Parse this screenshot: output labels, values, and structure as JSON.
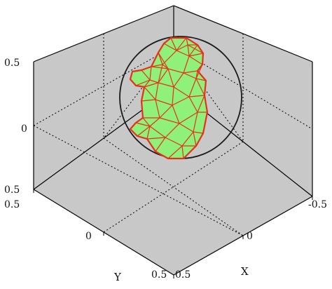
{
  "colors": {
    "background": "#ffffff",
    "box_face": "#c8c8c8",
    "box_edge": "#000000",
    "grid": "#000000",
    "sphere_outline": "#1a1a1a",
    "mesh_fill": "#8ff07a",
    "mesh_edge": "#e4321a"
  },
  "chart_data": {
    "type": "3d-mesh",
    "title": "",
    "view": "isometric",
    "grid": true,
    "axes": {
      "x": {
        "label": "X",
        "ticks": [
          "0.5",
          "0",
          "-0.5"
        ],
        "range": [
          -0.5,
          0.5
        ]
      },
      "y": {
        "label": "Y",
        "ticks": [
          "0.5",
          "0",
          "0.5"
        ],
        "range": [
          -0.5,
          0.5
        ]
      },
      "z": {
        "label": "",
        "ticks": [
          "0.5",
          "0",
          "0.5"
        ],
        "range": [
          -0.5,
          0.5
        ]
      }
    },
    "bounding_sphere": {
      "radius": 0.5,
      "center": [
        0,
        0,
        0
      ]
    },
    "mesh": {
      "faces": "triangulated",
      "face_color": "green",
      "edge_color": "red"
    }
  }
}
